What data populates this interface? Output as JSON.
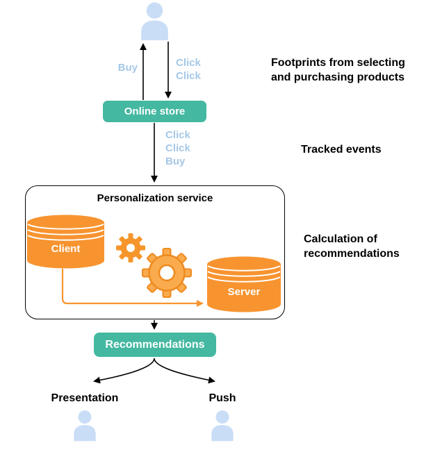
{
  "nodes": {
    "online_store": "Online store",
    "personalization_title": "Personalization service",
    "client_db": "Client",
    "server_db": "Server",
    "recommendations": "Recommendations",
    "presentation": "Presentation",
    "push": "Push"
  },
  "edge_labels": {
    "buy_up": "Buy",
    "clicks_down": [
      "Click",
      "Click"
    ],
    "tracked_events": [
      "Click",
      "Click",
      "Buy"
    ]
  },
  "annotations": {
    "footprints": "Footprints from selecting and purchasing products",
    "tracked": "Tracked events",
    "calculation": "Calculation of recommendations"
  },
  "icons": {
    "user_top": "person-icon",
    "user_presentation": "person-icon",
    "user_push": "person-icon",
    "client_database": "database-icon",
    "server_database": "database-icon",
    "gears": "gears-icon"
  },
  "colors": {
    "teal": "#44B8A1",
    "orange": "#F79430",
    "person_blue": "#C9DDF7",
    "pale_blue_label": "#A6C8E8",
    "black": "#000000"
  }
}
